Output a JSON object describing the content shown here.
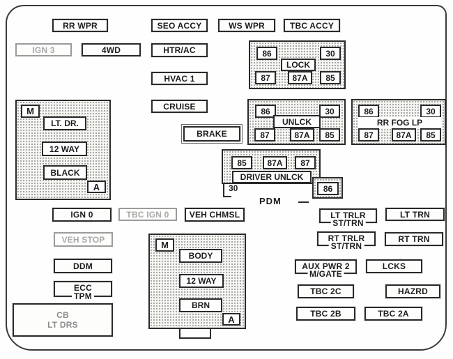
{
  "fuses": {
    "rr_wpr": "RR WPR",
    "seo_accy": "SEO ACCY",
    "ws_wpr": "WS WPR",
    "tbc_accy": "TBC ACCY",
    "ign_3": "IGN 3",
    "four_wd": "4WD",
    "htr_ac": "HTR/AC",
    "hvac_1": "HVAC 1",
    "cruise": "CRUISE",
    "brake": "BRAKE",
    "ign_0": "IGN 0",
    "tbc_ign_0": "TBC IGN 0",
    "veh_chmsl": "VEH CHMSL",
    "veh_stop": "VEH STOP",
    "ddm": "DDM",
    "ecc_tpm": {
      "line1": "ECC",
      "line2": "TPM"
    },
    "cb_lt_drs": {
      "line1": "CB",
      "line2": "LT DRS"
    },
    "lt_trlr": {
      "line1": "LT TRLR",
      "line2": "ST/TRN"
    },
    "lt_trn": "LT TRN",
    "rt_trlr": {
      "line1": "RT TRLR",
      "line2": "ST/TRN"
    },
    "rt_trn": "RT TRN",
    "aux_pwr2": {
      "line1": "AUX PWR 2",
      "line2": "M/GATE"
    },
    "lcks": "LCKS",
    "tbc_2c": "TBC 2C",
    "hazrd": "HAZRD",
    "tbc_2b": "TBC 2B",
    "tbc_2a": "TBC 2A"
  },
  "relays": {
    "lock": {
      "label": "LOCK",
      "t86": "86",
      "t30": "30",
      "t87": "87",
      "t87a": "87A",
      "t85": "85"
    },
    "unlck": {
      "label": "UNLCK",
      "t86": "86",
      "t30": "30",
      "t87": "87",
      "t87a": "87A",
      "t85": "85"
    },
    "rr_fog_lp": {
      "label": "RR FOG LP",
      "t86": "86",
      "t30": "30",
      "t87": "87",
      "t87a": "87A",
      "t85": "85"
    },
    "driver_unlck": {
      "label": "DRIVER UNLCK",
      "t85": "85",
      "t87a": "87A",
      "t87": "87",
      "t30": "30",
      "t86": "86",
      "footer": "PDM"
    }
  },
  "connectors": {
    "lt_dr": {
      "badge_top": "M",
      "rows": [
        "LT. DR.",
        "12 WAY",
        "BLACK"
      ],
      "badge_bottom": "A"
    },
    "body": {
      "badge_top": "M",
      "rows": [
        "BODY",
        "12 WAY",
        "BRN"
      ],
      "badge_bottom": "A"
    }
  }
}
